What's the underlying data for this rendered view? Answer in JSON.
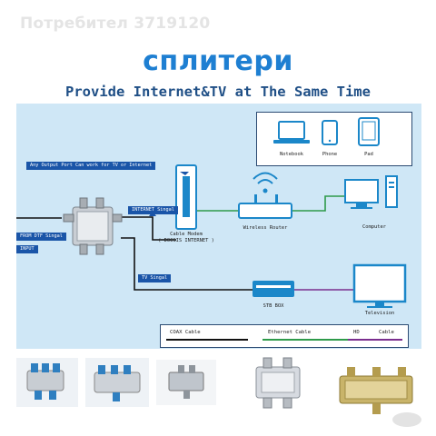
{
  "watermark": "Потребител 3719120",
  "title": "сплитери",
  "subtitle": "Provide Internet&TV at The Same Time",
  "diagram": {
    "note": "Any Output Port Can work for TV or Internet",
    "from_dtf_signal": "FROM DTF Singal",
    "input_label": "INPUT",
    "internet_singal": "INTERNET Singal",
    "tv_singal": "TV Singal",
    "devices": {
      "notebook": "Notebook",
      "phone": "Phone",
      "pad": "Pad"
    },
    "cable_modem": "Cable Modem",
    "cable_modem_sub": "( DOCSIS INTERNET )",
    "wireless_router": "Wireless Router",
    "computer": "Computer",
    "stb_box": "STB BOX",
    "television": "Television",
    "legend": {
      "coax": "COAX Cable",
      "ethernet": "Ethernet Cable",
      "hd_part1": "HD",
      "hd_part2": "Cable"
    },
    "colors": {
      "coax": "#111111",
      "ethernet": "#2e9a4a",
      "hd": "#7a2e8e",
      "device_blue": "#1b87c9",
      "diagram_bg": "#cfe7f6",
      "title_blue": "#1e7fd2"
    }
  },
  "photos": [
    {
      "name": "blue-2-way-splitter"
    },
    {
      "name": "blue-3-way-splitter"
    },
    {
      "name": "silver-2-way-splitter"
    },
    {
      "name": "chrome-2-way-splitter"
    },
    {
      "name": "alda-3-way-splitter"
    }
  ]
}
